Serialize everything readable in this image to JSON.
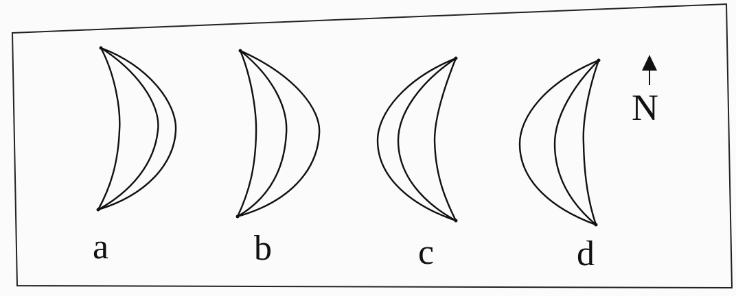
{
  "figure": {
    "labels": {
      "a": "a",
      "b": "b",
      "c": "c",
      "d": "d"
    },
    "north": {
      "label": "N",
      "icon": "north-arrow-icon"
    },
    "ink_color": "#111111"
  }
}
